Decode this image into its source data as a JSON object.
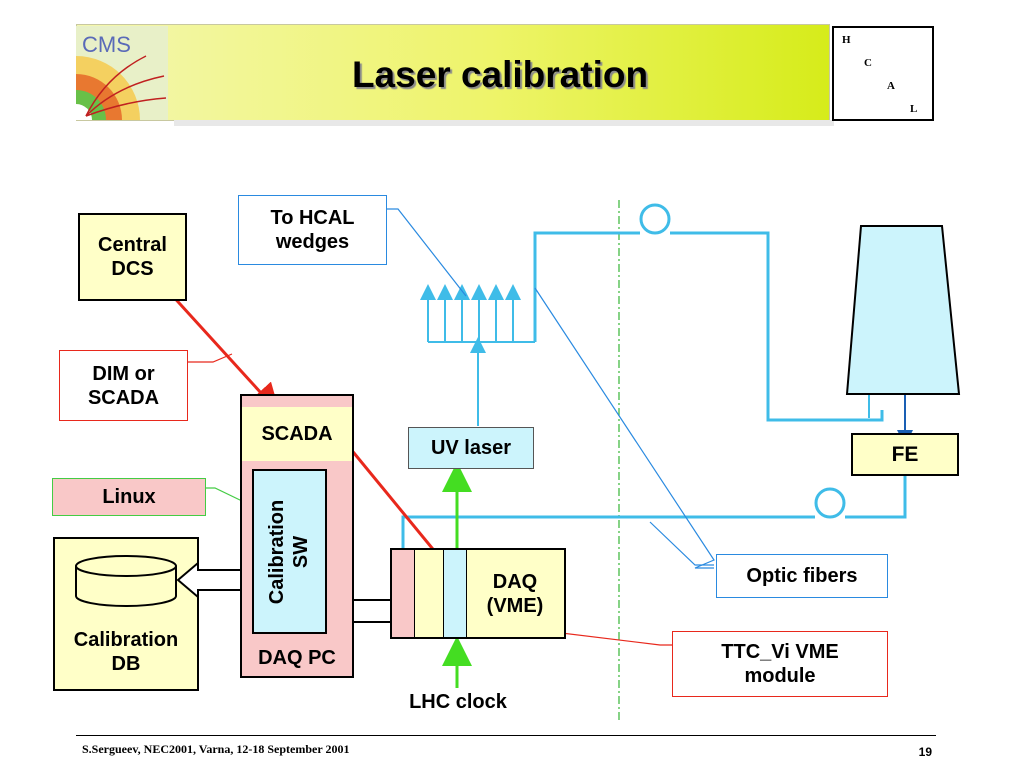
{
  "header": {
    "title": "Laser calibration",
    "logo_text": "CMS",
    "hcal_letters": [
      "H",
      "C",
      "A",
      "L"
    ]
  },
  "diagram": {
    "central_dcs": "Central\nDCS",
    "dim_or_scada": "DIM or\nSCADA",
    "linux": "Linux",
    "calibration_db": "Calibration\nDB",
    "scada": "SCADA",
    "calibration_sw": "Calibration\nSW",
    "daq_pc": "DAQ PC",
    "uv_laser": "UV laser",
    "daq_vme": "DAQ\n(VME)",
    "lhc_clock": "LHC clock",
    "to_hcal_wedges": "To HCAL\nwedges",
    "fe": "FE",
    "optic_fibers": "Optic fibers",
    "ttc_module": "TTC_Vi VME\nmodule"
  },
  "colors": {
    "fiber": "#3fbce8",
    "red_line": "#e8281c",
    "green_arrow": "#44dd22",
    "yellow_fill": "#ffffc8",
    "pink_fill": "#f9c8c8",
    "cyan_fill": "#ccf4fc"
  },
  "footer": {
    "left": "S.Sergueev, NEC2001, Varna, 12-18 September 2001",
    "page": "19"
  }
}
